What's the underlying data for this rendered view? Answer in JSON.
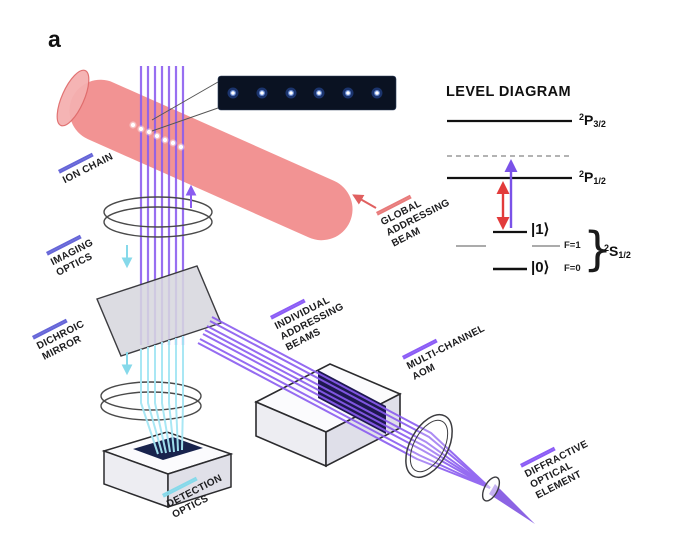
{
  "figure": {
    "panel_label": "a"
  },
  "apparatus": {
    "labels": {
      "ion_chain": "ION CHAIN",
      "imaging_optics": "IMAGING\nOPTICS",
      "dichroic_mirror": "DICHROIC\nMIRROR",
      "detection_optics": "DETECTION\nOPTICS",
      "global_addressing_beam": "GLOBAL\nADDRESSING\nBEAM",
      "individual_addressing_beams": "INDIVIDUAL\nADDRESSING\nBEAMS",
      "multi_channel_aom": "MULTI-CHANNEL\nAOM",
      "diffractive_optical_element": "DIFFRACTIVE\nOPTICAL\nELEMENT"
    },
    "inset_ion_count": 6,
    "chain_ion_count": 7
  },
  "level_diagram": {
    "title": "LEVEL DIAGRAM",
    "levels": {
      "p32": {
        "sup": "2",
        "main": "P",
        "sub": "3/2"
      },
      "p12": {
        "sup": "2",
        "main": "P",
        "sub": "1/2"
      },
      "s12": {
        "sup": "2",
        "main": "S",
        "sub": "1/2"
      }
    },
    "states": {
      "ket1": "|1⟩",
      "ket0": "|0⟩",
      "f1": "F=1",
      "f0": "F=0",
      "brace": "}"
    }
  },
  "colors": {
    "global_beam_red": "#f18b8b",
    "addressing_purple": "#8a5cf0",
    "detection_cyan": "#a5e6f4",
    "label_accent_blue": "#6565d8",
    "level_line_black": "#111111",
    "hyperfine_gray": "#ababab",
    "transition_red": "#e23b3b",
    "transition_purple": "#7a52e8",
    "inset_background": "#0a1222"
  }
}
